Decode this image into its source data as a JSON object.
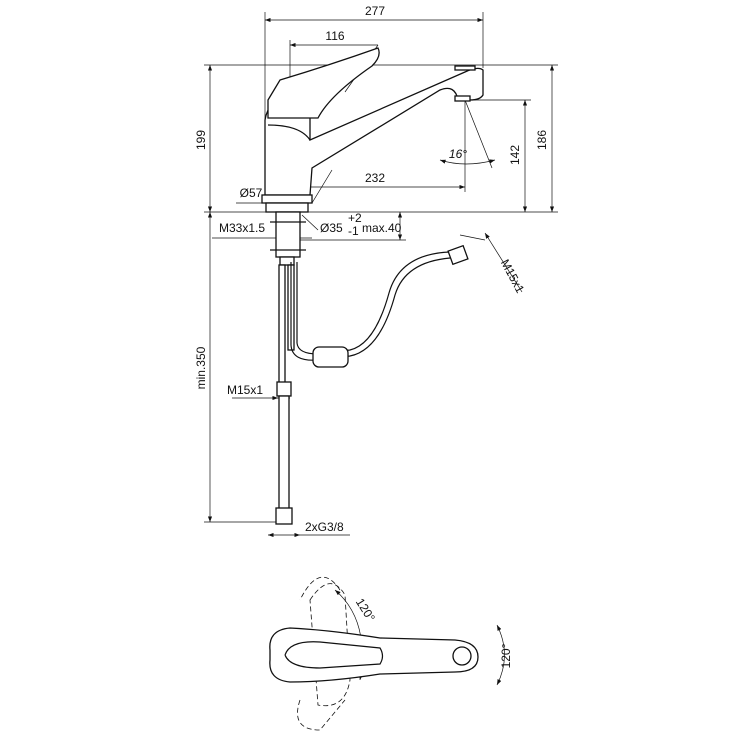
{
  "drawing": {
    "dimensions": {
      "overall_width": "277",
      "lever_length": "116",
      "total_height": "199",
      "spout_height": "186",
      "outlet_height": "142",
      "spray_angle": "16°",
      "reach": "232",
      "base_diameter": "Ø57",
      "thread_shank": "M33x1.5",
      "hole_diameter": "Ø35",
      "hole_tol_plus": "+2",
      "hole_tol_minus": "-1",
      "max_thickness": "max.40",
      "hose_thread": "M15x1",
      "min_hose_length": "min.350",
      "supply_thread": "M15x1",
      "connections": "2xG3/8",
      "lever_swivel": "120°",
      "lever_tilt": "120°"
    }
  }
}
